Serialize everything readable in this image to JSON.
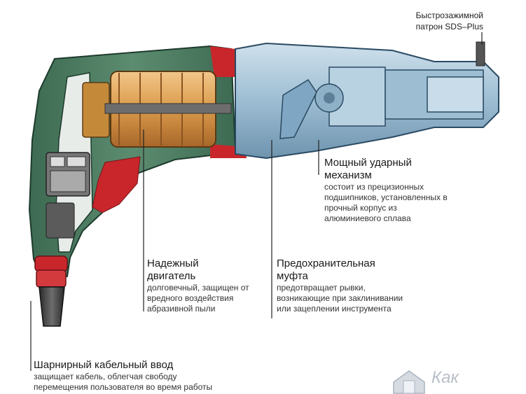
{
  "callouts": {
    "chuck": {
      "title": "Быстрозажимной",
      "desc": "патрон SDS–Plus"
    },
    "impact": {
      "title_1": "Мощный ударный",
      "title_2": "механизм",
      "desc_1": "состоит из прецизионных",
      "desc_2": "подшипников, установленных в",
      "desc_3": "прочный корпус из",
      "desc_4": "алюминиевого сплава"
    },
    "motor": {
      "title_1": "Надежный",
      "title_2": "двигатель",
      "desc_1": "долговечный, защищен от",
      "desc_2": "вредного воздействия",
      "desc_3": "абразивной пыли"
    },
    "clutch": {
      "title_1": "Предохранительная",
      "title_2": "муфта",
      "desc_1": "предотвращает рывки,",
      "desc_2": "возникающие при заклинивании",
      "desc_3": "или зацеплении инструмента"
    },
    "cable": {
      "title": "Шарнирный кабельный ввод",
      "desc_1": "защищает кабель, облегчая свободу",
      "desc_2": "перемещения пользователя во время работы"
    }
  },
  "watermark": {
    "text": "Как"
  },
  "colors": {
    "body_green": "#4a7a5e",
    "body_dark": "#2f5a45",
    "red": "#c8262b",
    "motor_copper": "#d99a4a",
    "gear_blue": "#7fa6c2",
    "housing_blue": "#a9c6da",
    "grip_dark": "#3a3a3a"
  }
}
